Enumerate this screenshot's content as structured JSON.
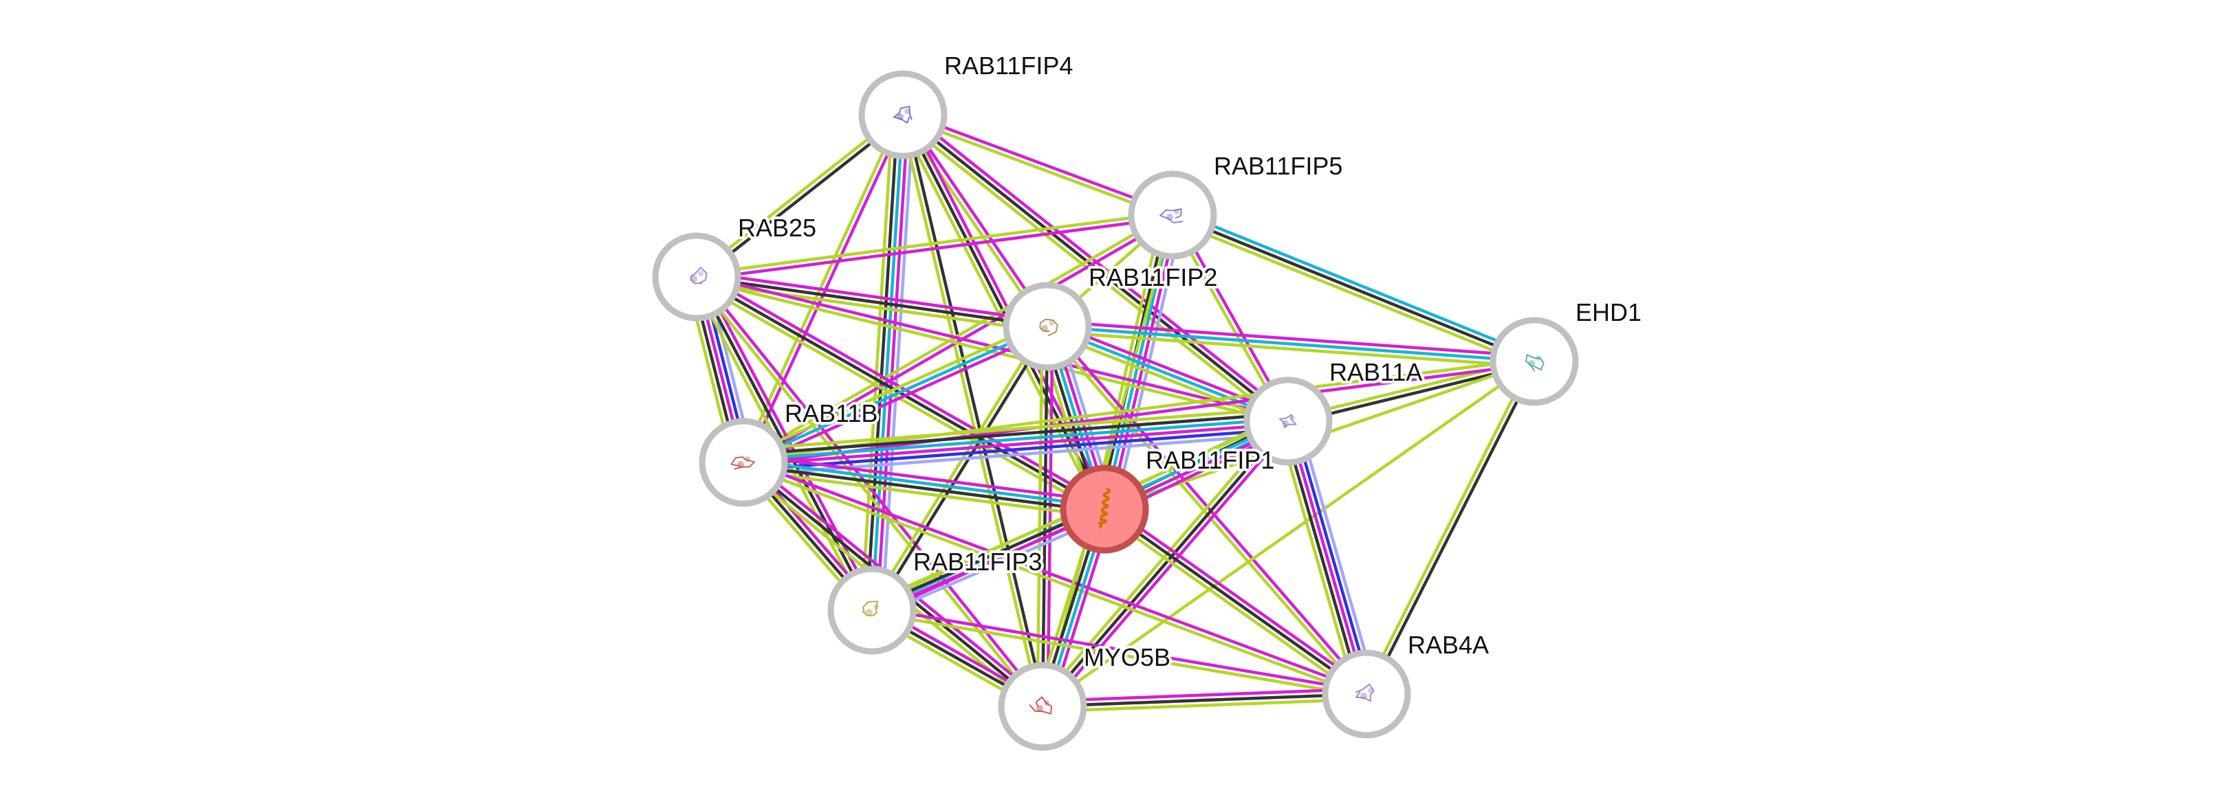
{
  "title": "Protein interaction network",
  "colors": {
    "background": "#ffffff",
    "node_border": "#c0c0c0",
    "node_fill": "#ffffff",
    "query_fill": "#ff8c8c",
    "query_border": "#c0504d",
    "label": "#111111",
    "edge_types": {
      "experiments": "#d420d4",
      "databases": "#18b4d8",
      "textmining": "#b4d62a",
      "coexpression": "#333333",
      "neighborhood": "#3030e0",
      "homology": "#a0a8f8"
    }
  },
  "nodes": [
    {
      "id": "RAB11FIP4",
      "label": "RAB11FIP4",
      "query": false,
      "icon": "protein-structure-icon",
      "icon_color": "#6060c8"
    },
    {
      "id": "RAB11FIP5",
      "label": "RAB11FIP5",
      "query": false,
      "icon": "protein-structure-icon",
      "icon_color": "#7070d0"
    },
    {
      "id": "RAB25",
      "label": "RAB25",
      "query": false,
      "icon": "protein-structure-icon",
      "icon_color": "#9a70c8"
    },
    {
      "id": "RAB11FIP2",
      "label": "RAB11FIP2",
      "query": false,
      "icon": "protein-structure-icon",
      "icon_color": "#a08040"
    },
    {
      "id": "EHD1",
      "label": "EHD1",
      "query": false,
      "icon": "protein-structure-icon",
      "icon_color": "#40a0a0"
    },
    {
      "id": "RAB11A",
      "label": "RAB11A",
      "query": false,
      "icon": "protein-structure-icon",
      "icon_color": "#9080c0"
    },
    {
      "id": "RAB11B",
      "label": "RAB11B",
      "query": false,
      "icon": "protein-structure-icon",
      "icon_color": "#c04848"
    },
    {
      "id": "RAB11FIP1",
      "label": "RAB11FIP1",
      "query": true,
      "icon": "protein-structure-icon",
      "icon_color": "#c07000"
    },
    {
      "id": "RAB11FIP3",
      "label": "RAB11FIP3",
      "query": false,
      "icon": "protein-structure-icon",
      "icon_color": "#b0a030"
    },
    {
      "id": "MYO5B",
      "label": "MYO5B",
      "query": false,
      "icon": "protein-structure-icon",
      "icon_color": "#c04040"
    },
    {
      "id": "RAB4A",
      "label": "RAB4A",
      "query": false,
      "icon": "protein-structure-icon",
      "icon_color": "#9a70c8"
    }
  ],
  "edges": [
    {
      "source": "RAB11FIP4",
      "target": "RAB25",
      "types": [
        "coexpression",
        "textmining"
      ]
    },
    {
      "source": "RAB11FIP4",
      "target": "RAB11FIP5",
      "types": [
        "experiments",
        "textmining"
      ]
    },
    {
      "source": "RAB11FIP4",
      "target": "RAB11FIP2",
      "types": [
        "experiments",
        "textmining"
      ]
    },
    {
      "source": "RAB11FIP4",
      "target": "RAB11A",
      "types": [
        "experiments",
        "coexpression",
        "textmining"
      ]
    },
    {
      "source": "RAB11FIP4",
      "target": "RAB11B",
      "types": [
        "experiments",
        "textmining"
      ]
    },
    {
      "source": "RAB11FIP4",
      "target": "RAB11FIP1",
      "types": [
        "experiments",
        "coexpression",
        "textmining"
      ]
    },
    {
      "source": "RAB11FIP4",
      "target": "RAB11FIP3",
      "types": [
        "homology",
        "experiments",
        "databases",
        "coexpression",
        "textmining"
      ]
    },
    {
      "source": "RAB11FIP4",
      "target": "MYO5B",
      "types": [
        "coexpression",
        "textmining"
      ]
    },
    {
      "source": "RAB11FIP5",
      "target": "RAB25",
      "types": [
        "experiments",
        "textmining"
      ]
    },
    {
      "source": "RAB11FIP5",
      "target": "EHD1",
      "types": [
        "coexpression",
        "databases",
        "textmining"
      ]
    },
    {
      "source": "RAB11FIP5",
      "target": "RAB11FIP2",
      "types": [
        "textmining"
      ]
    },
    {
      "source": "RAB11FIP5",
      "target": "RAB11A",
      "types": [
        "experiments",
        "textmining"
      ]
    },
    {
      "source": "RAB11FIP5",
      "target": "RAB11B",
      "types": [
        "experiments",
        "textmining"
      ]
    },
    {
      "source": "RAB11FIP5",
      "target": "RAB11FIP1",
      "types": [
        "homology",
        "experiments",
        "databases",
        "coexpression",
        "textmining"
      ]
    },
    {
      "source": "RAB11FIP5",
      "target": "MYO5B",
      "types": [
        "textmining"
      ]
    },
    {
      "source": "RAB25",
      "target": "RAB11FIP2",
      "types": [
        "experiments",
        "coexpression",
        "textmining"
      ]
    },
    {
      "source": "RAB25",
      "target": "RAB11B",
      "types": [
        "homology",
        "neighborhood",
        "experiments",
        "coexpression",
        "textmining"
      ]
    },
    {
      "source": "RAB25",
      "target": "RAB11A",
      "types": [
        "experiments",
        "textmining"
      ]
    },
    {
      "source": "RAB25",
      "target": "RAB11FIP1",
      "types": [
        "experiments",
        "coexpression",
        "textmining"
      ]
    },
    {
      "source": "RAB25",
      "target": "RAB11FIP3",
      "types": [
        "experiments",
        "coexpression",
        "textmining"
      ]
    },
    {
      "source": "RAB25",
      "target": "MYO5B",
      "types": [
        "experiments",
        "textmining"
      ]
    },
    {
      "source": "RAB11FIP2",
      "target": "EHD1",
      "types": [
        "experiments",
        "databases",
        "textmining"
      ]
    },
    {
      "source": "RAB11FIP2",
      "target": "RAB11A",
      "types": [
        "experiments",
        "databases",
        "textmining"
      ]
    },
    {
      "source": "RAB11FIP2",
      "target": "RAB11B",
      "types": [
        "experiments",
        "databases",
        "textmining"
      ]
    },
    {
      "source": "RAB11FIP2",
      "target": "RAB11FIP1",
      "types": [
        "homology",
        "experiments",
        "databases",
        "coexpression",
        "textmining"
      ]
    },
    {
      "source": "RAB11FIP2",
      "target": "RAB11FIP3",
      "types": [
        "coexpression",
        "textmining"
      ]
    },
    {
      "source": "RAB11FIP2",
      "target": "MYO5B",
      "types": [
        "experiments",
        "coexpression",
        "textmining"
      ]
    },
    {
      "source": "RAB11FIP2",
      "target": "RAB4A",
      "types": [
        "experiments",
        "textmining"
      ]
    },
    {
      "source": "EHD1",
      "target": "RAB11A",
      "types": [
        "coexpression",
        "textmining"
      ]
    },
    {
      "source": "EHD1",
      "target": "RAB11B",
      "types": [
        "experiments",
        "textmining"
      ]
    },
    {
      "source": "EHD1",
      "target": "RAB11FIP1",
      "types": [
        "textmining"
      ]
    },
    {
      "source": "EHD1",
      "target": "RAB4A",
      "types": [
        "coexpression",
        "textmining"
      ]
    },
    {
      "source": "EHD1",
      "target": "MYO5B",
      "types": [
        "textmining"
      ]
    },
    {
      "source": "RAB11A",
      "target": "RAB11B",
      "types": [
        "homology",
        "neighborhood",
        "experiments",
        "databases",
        "coexpression",
        "textmining"
      ]
    },
    {
      "source": "RAB11A",
      "target": "RAB11FIP1",
      "types": [
        "experiments",
        "databases",
        "coexpression",
        "textmining"
      ]
    },
    {
      "source": "RAB11A",
      "target": "RAB11FIP3",
      "types": [
        "experiments",
        "databases",
        "textmining"
      ]
    },
    {
      "source": "RAB11A",
      "target": "MYO5B",
      "types": [
        "experiments",
        "coexpression",
        "textmining"
      ]
    },
    {
      "source": "RAB11A",
      "target": "RAB4A",
      "types": [
        "homology",
        "neighborhood",
        "experiments",
        "coexpression",
        "textmining"
      ]
    },
    {
      "source": "RAB11B",
      "target": "RAB11FIP1",
      "types": [
        "experiments",
        "databases",
        "coexpression",
        "textmining"
      ]
    },
    {
      "source": "RAB11B",
      "target": "RAB11FIP3",
      "types": [
        "experiments",
        "coexpression",
        "textmining"
      ]
    },
    {
      "source": "RAB11B",
      "target": "MYO5B",
      "types": [
        "experiments",
        "coexpression",
        "textmining"
      ]
    },
    {
      "source": "RAB11B",
      "target": "RAB4A",
      "types": [
        "experiments",
        "textmining"
      ]
    },
    {
      "source": "RAB11FIP1",
      "target": "RAB11FIP3",
      "types": [
        "homology",
        "experiments",
        "coexpression",
        "textmining"
      ]
    },
    {
      "source": "RAB11FIP1",
      "target": "MYO5B",
      "types": [
        "experiments",
        "databases",
        "coexpression",
        "textmining"
      ]
    },
    {
      "source": "RAB11FIP1",
      "target": "RAB4A",
      "types": [
        "experiments",
        "coexpression",
        "textmining"
      ]
    },
    {
      "source": "RAB11FIP3",
      "target": "MYO5B",
      "types": [
        "experiments",
        "coexpression",
        "textmining"
      ]
    },
    {
      "source": "RAB11FIP3",
      "target": "RAB4A",
      "types": [
        "experiments",
        "textmining"
      ]
    },
    {
      "source": "MYO5B",
      "target": "RAB4A",
      "types": [
        "experiments",
        "coexpression",
        "textmining"
      ]
    }
  ]
}
